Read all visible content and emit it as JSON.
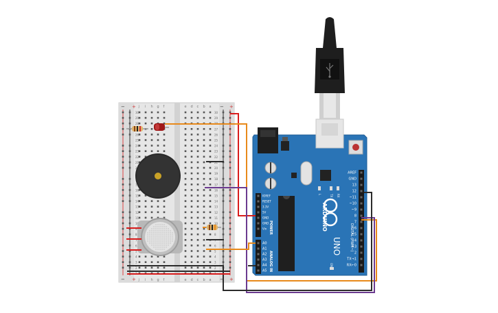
{
  "breadboard": {
    "rail_plus": "+",
    "rail_minus": "−",
    "col_letters_left": [
      "j",
      "i",
      "h",
      "g",
      "f"
    ],
    "col_letters_right": [
      "e",
      "d",
      "c",
      "b",
      "a"
    ],
    "row_numbers": [
      "30",
      "29",
      "28",
      "27",
      "26",
      "25",
      "24",
      "23",
      "22",
      "21",
      "20",
      "19",
      "18",
      "17",
      "16",
      "15",
      "14",
      "13",
      "12",
      "11",
      "10",
      "9",
      "8",
      "7",
      "6",
      "5",
      "4",
      "3",
      "2",
      "1"
    ]
  },
  "arduino": {
    "brand": "ARDUINO",
    "model": "UNO",
    "power_header_label": "POWER",
    "analog_header_label": "ANALOG IN",
    "digital_header_label": "DIGITAL (PWM~)",
    "power_pins": [
      "IOREF",
      "RESET",
      "3.3V",
      "5V",
      "GND",
      "GND",
      "Vin"
    ],
    "analog_pins": [
      "A0",
      "A1",
      "A2",
      "A3",
      "A4",
      "A5"
    ],
    "digital_pins": [
      "AREF",
      "GND",
      "13",
      "12",
      "~11",
      "~10",
      "~9",
      "8",
      "7",
      "~6",
      "~5",
      "4",
      "~3",
      "2",
      "TX→1",
      "RX←0"
    ],
    "indicator_labels": [
      "L",
      "TX",
      "RX",
      "ON"
    ]
  },
  "colors": {
    "wire_red": "#d81b1b",
    "wire_black": "#2b2b2b",
    "wire_orange": "#e8891a",
    "wire_purple": "#6b3a8f",
    "board_blue": "#2a74b6",
    "breadboard": "#e9e9e9"
  }
}
